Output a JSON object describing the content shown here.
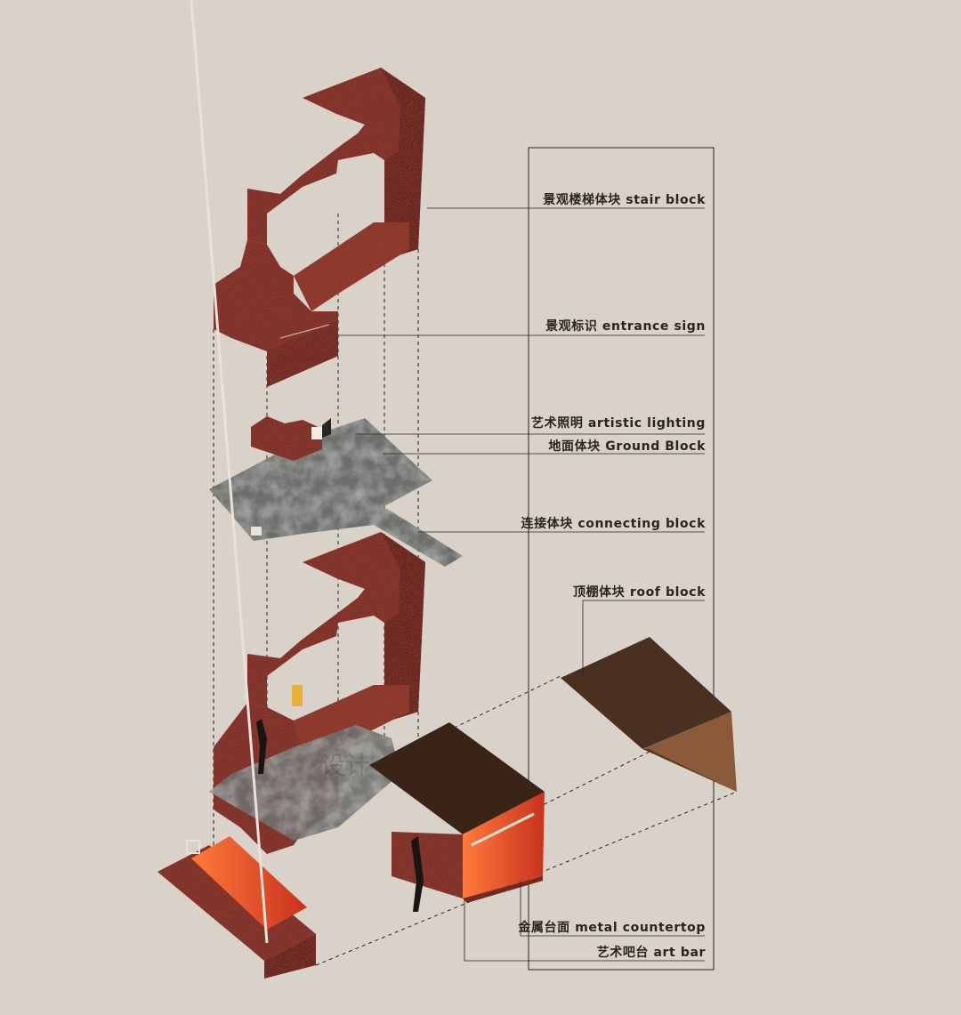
{
  "labels": {
    "stair_block": "景观楼梯体块 stair block",
    "entrance_sign": "景观标识 entrance sign",
    "artistic_lighting": "艺术照明 artistic lighting",
    "ground_block": "地面体块 Ground Block",
    "connecting_block": "连接体块 connecting block",
    "roof_block": "顶棚体块 roof block",
    "metal_countertop": "金属台面 metal countertop",
    "art_bar": "艺术吧台 art bar"
  },
  "colors": {
    "background": "#d9d2c9",
    "red_block": "#7a2a22",
    "red_block_dark": "#5e1e18",
    "grey_floor": "#6e6e6c",
    "roof": "#4a3020",
    "lighting": "#e0482a",
    "line": "#2a2421"
  }
}
